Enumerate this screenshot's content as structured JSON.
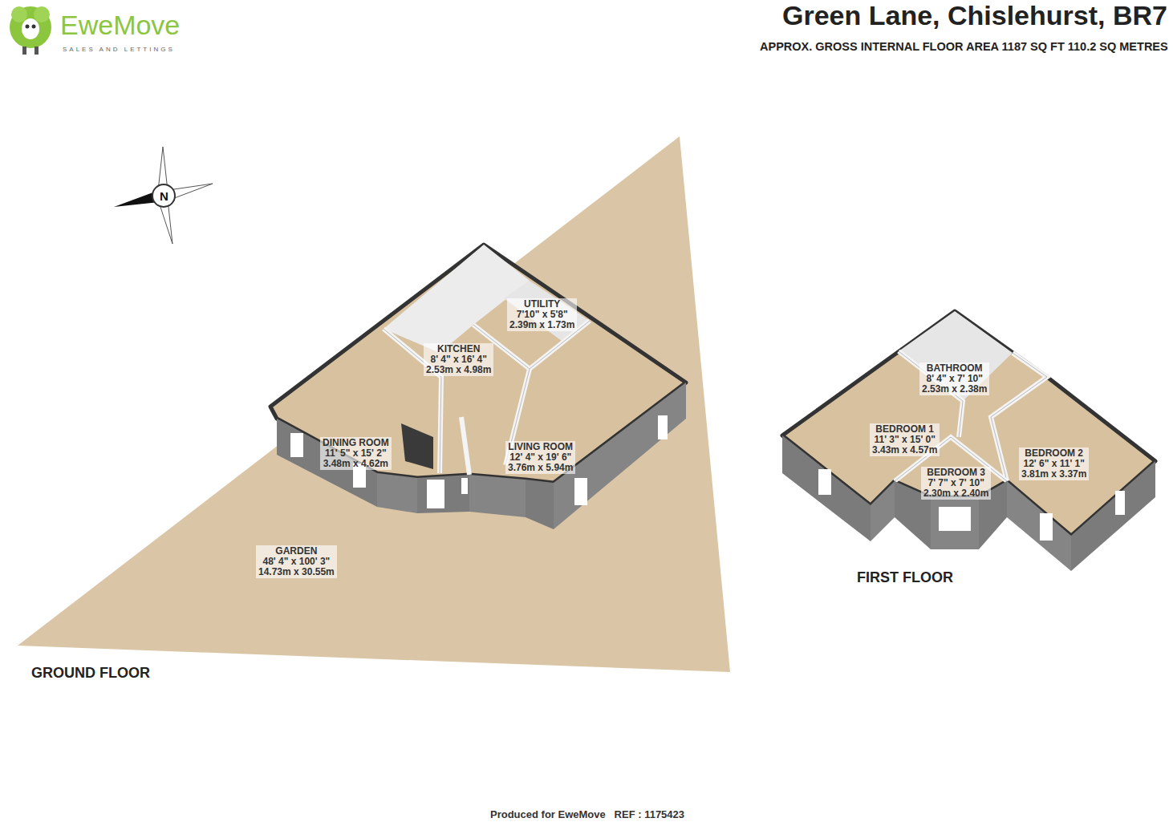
{
  "diagram": {
    "title": "Green Lane, Chislehurst, BR7",
    "nodes": [
      {
        "text": [
          "GARDEN",
          "48' 4\" x 100' 3\"",
          "14.73m x 30.55m"
        ]
      },
      {
        "text": [
          "UTILITY",
          "7'10\" x 5'8\"",
          "2.39m x 1.73m"
        ],
        "in": 0
      },
      {
        "text": [
          "KITCHEN",
          "8' 4\" x 16' 4\"",
          "2.53m x 4.98m"
        ],
        "in": 0
      },
      {
        "text": [
          "DINING ROOM",
          "11' 5\" x 15' 2\"",
          "3.48m x 4.62m"
        ],
        "in": 0
      },
      {
        "text": [
          "LIVING ROOM",
          "12' 4\" x 19' 6\"",
          "3.76m x 5.94m"
        ],
        "in": 0
      },
      {
        "text": [
          "BATHROOM",
          "8' 4\" x 7' 10\"",
          "2.53m x 2.38m"
        ]
      },
      {
        "text": [
          "BEDROOM 1",
          "11' 3\" x 15' 0\"",
          "3.43m x 4.57m"
        ]
      },
      {
        "text": [
          "BEDROOM 3",
          "7' 7\" x 7' 10\"",
          "2.30m x 2.40m"
        ]
      },
      {
        "text": [
          "BEDROOM 2",
          "12' 6\" x 11' 1\"",
          "3.81m x 3.37m"
        ]
      }
    ],
    "labels": [
      "EweMove",
      "SALES AND LETTINGS",
      "N",
      "APPROX. GROSS INTERNAL FLOOR AREA 1187 SQ FT 110.2 SQ METRES",
      "GROUND FLOOR",
      "FIRST FLOOR",
      "Produced for EweMove   REF : 1175423"
    ]
  }
}
